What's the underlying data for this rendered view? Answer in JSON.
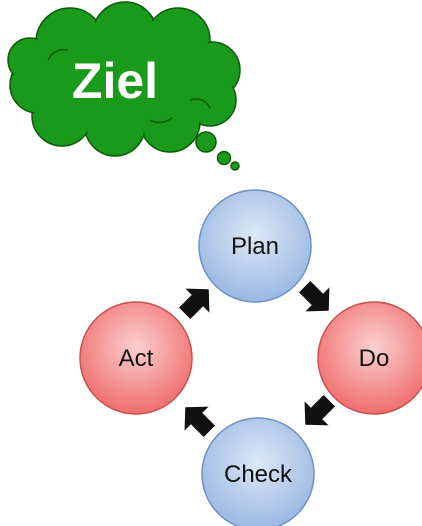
{
  "goal": {
    "label": "Ziel"
  },
  "cycle": {
    "plan": {
      "label": "Plan"
    },
    "do": {
      "label": "Do"
    },
    "check": {
      "label": "Check"
    },
    "act": {
      "label": "Act"
    }
  },
  "colors": {
    "cloud_fill": "#1a9a1a",
    "cloud_stroke": "#0c5a0c",
    "blue_fill_light": "#dde8f7",
    "blue_fill_dark": "#9ab8e2",
    "blue_stroke": "#6d8fc4",
    "red_fill_light": "#fbd0d0",
    "red_fill_dark": "#f06d6d",
    "red_stroke": "#c85050",
    "arrow": "#111111"
  }
}
